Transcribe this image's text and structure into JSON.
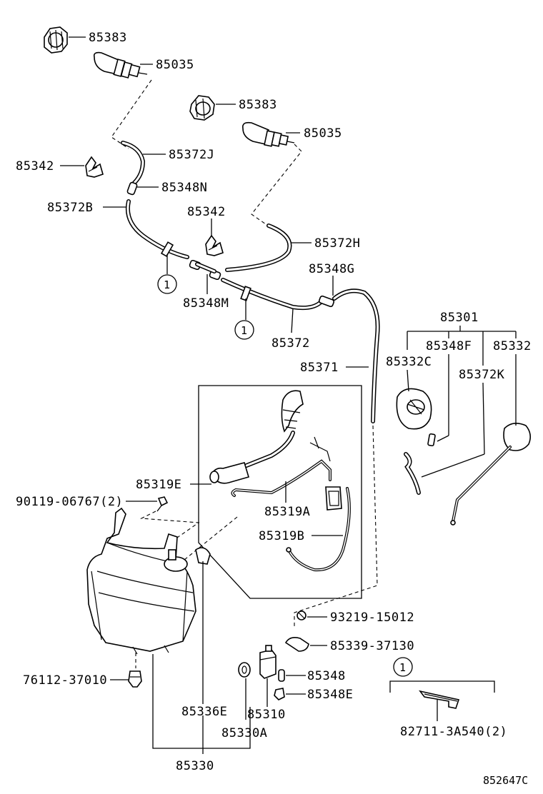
{
  "labels": {
    "p85383_top": "85383",
    "p85035_top": "85035",
    "p85383_mid": "85383",
    "p85035_mid": "85035",
    "p85342_left": "85342",
    "p85372J": "85372J",
    "p85348N": "85348N",
    "p85372B": "85372B",
    "p85342_mid": "85342",
    "p85372H": "85372H",
    "p85348G": "85348G",
    "p85348M": "85348M",
    "p85372": "85372",
    "p85371": "85371",
    "p85301": "85301",
    "p85348F": "85348F",
    "p85332": "85332",
    "p85332C": "85332C",
    "p85372K": "85372K",
    "p85319E": "85319E",
    "p90119": "90119-06767(2)",
    "p85319A": "85319A",
    "p85319B": "85319B",
    "p93219": "93219-15012",
    "p85339": "85339-37130",
    "p85348": "85348",
    "p85348E": "85348E",
    "p76112": "76112-37010",
    "p85336E": "85336E",
    "p85310": "85310",
    "p85330A": "85330A",
    "p85330": "85330",
    "p82711": "82711-3A540(2)"
  },
  "callouts": {
    "ref1_a": "1",
    "ref1_b": "1",
    "ref1_c": "1"
  },
  "figure_code": "852647C"
}
